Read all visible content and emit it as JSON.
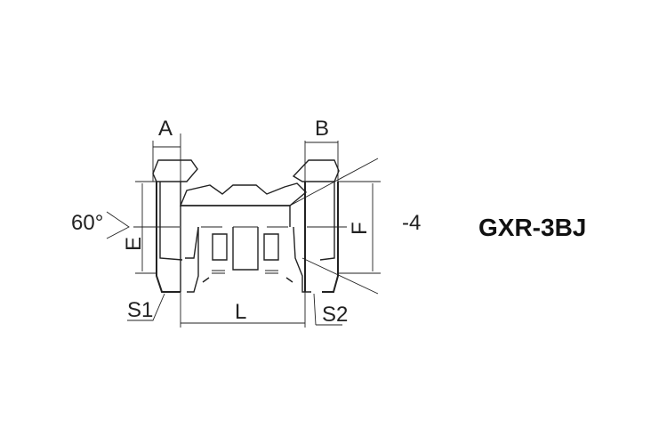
{
  "title": "GXR-3BJ",
  "labels": {
    "a": "A",
    "b": "B",
    "angle": "60°",
    "e": "E",
    "f": "F",
    "s1": "S1",
    "s2": "S2",
    "l": "L",
    "stray": "-4"
  }
}
